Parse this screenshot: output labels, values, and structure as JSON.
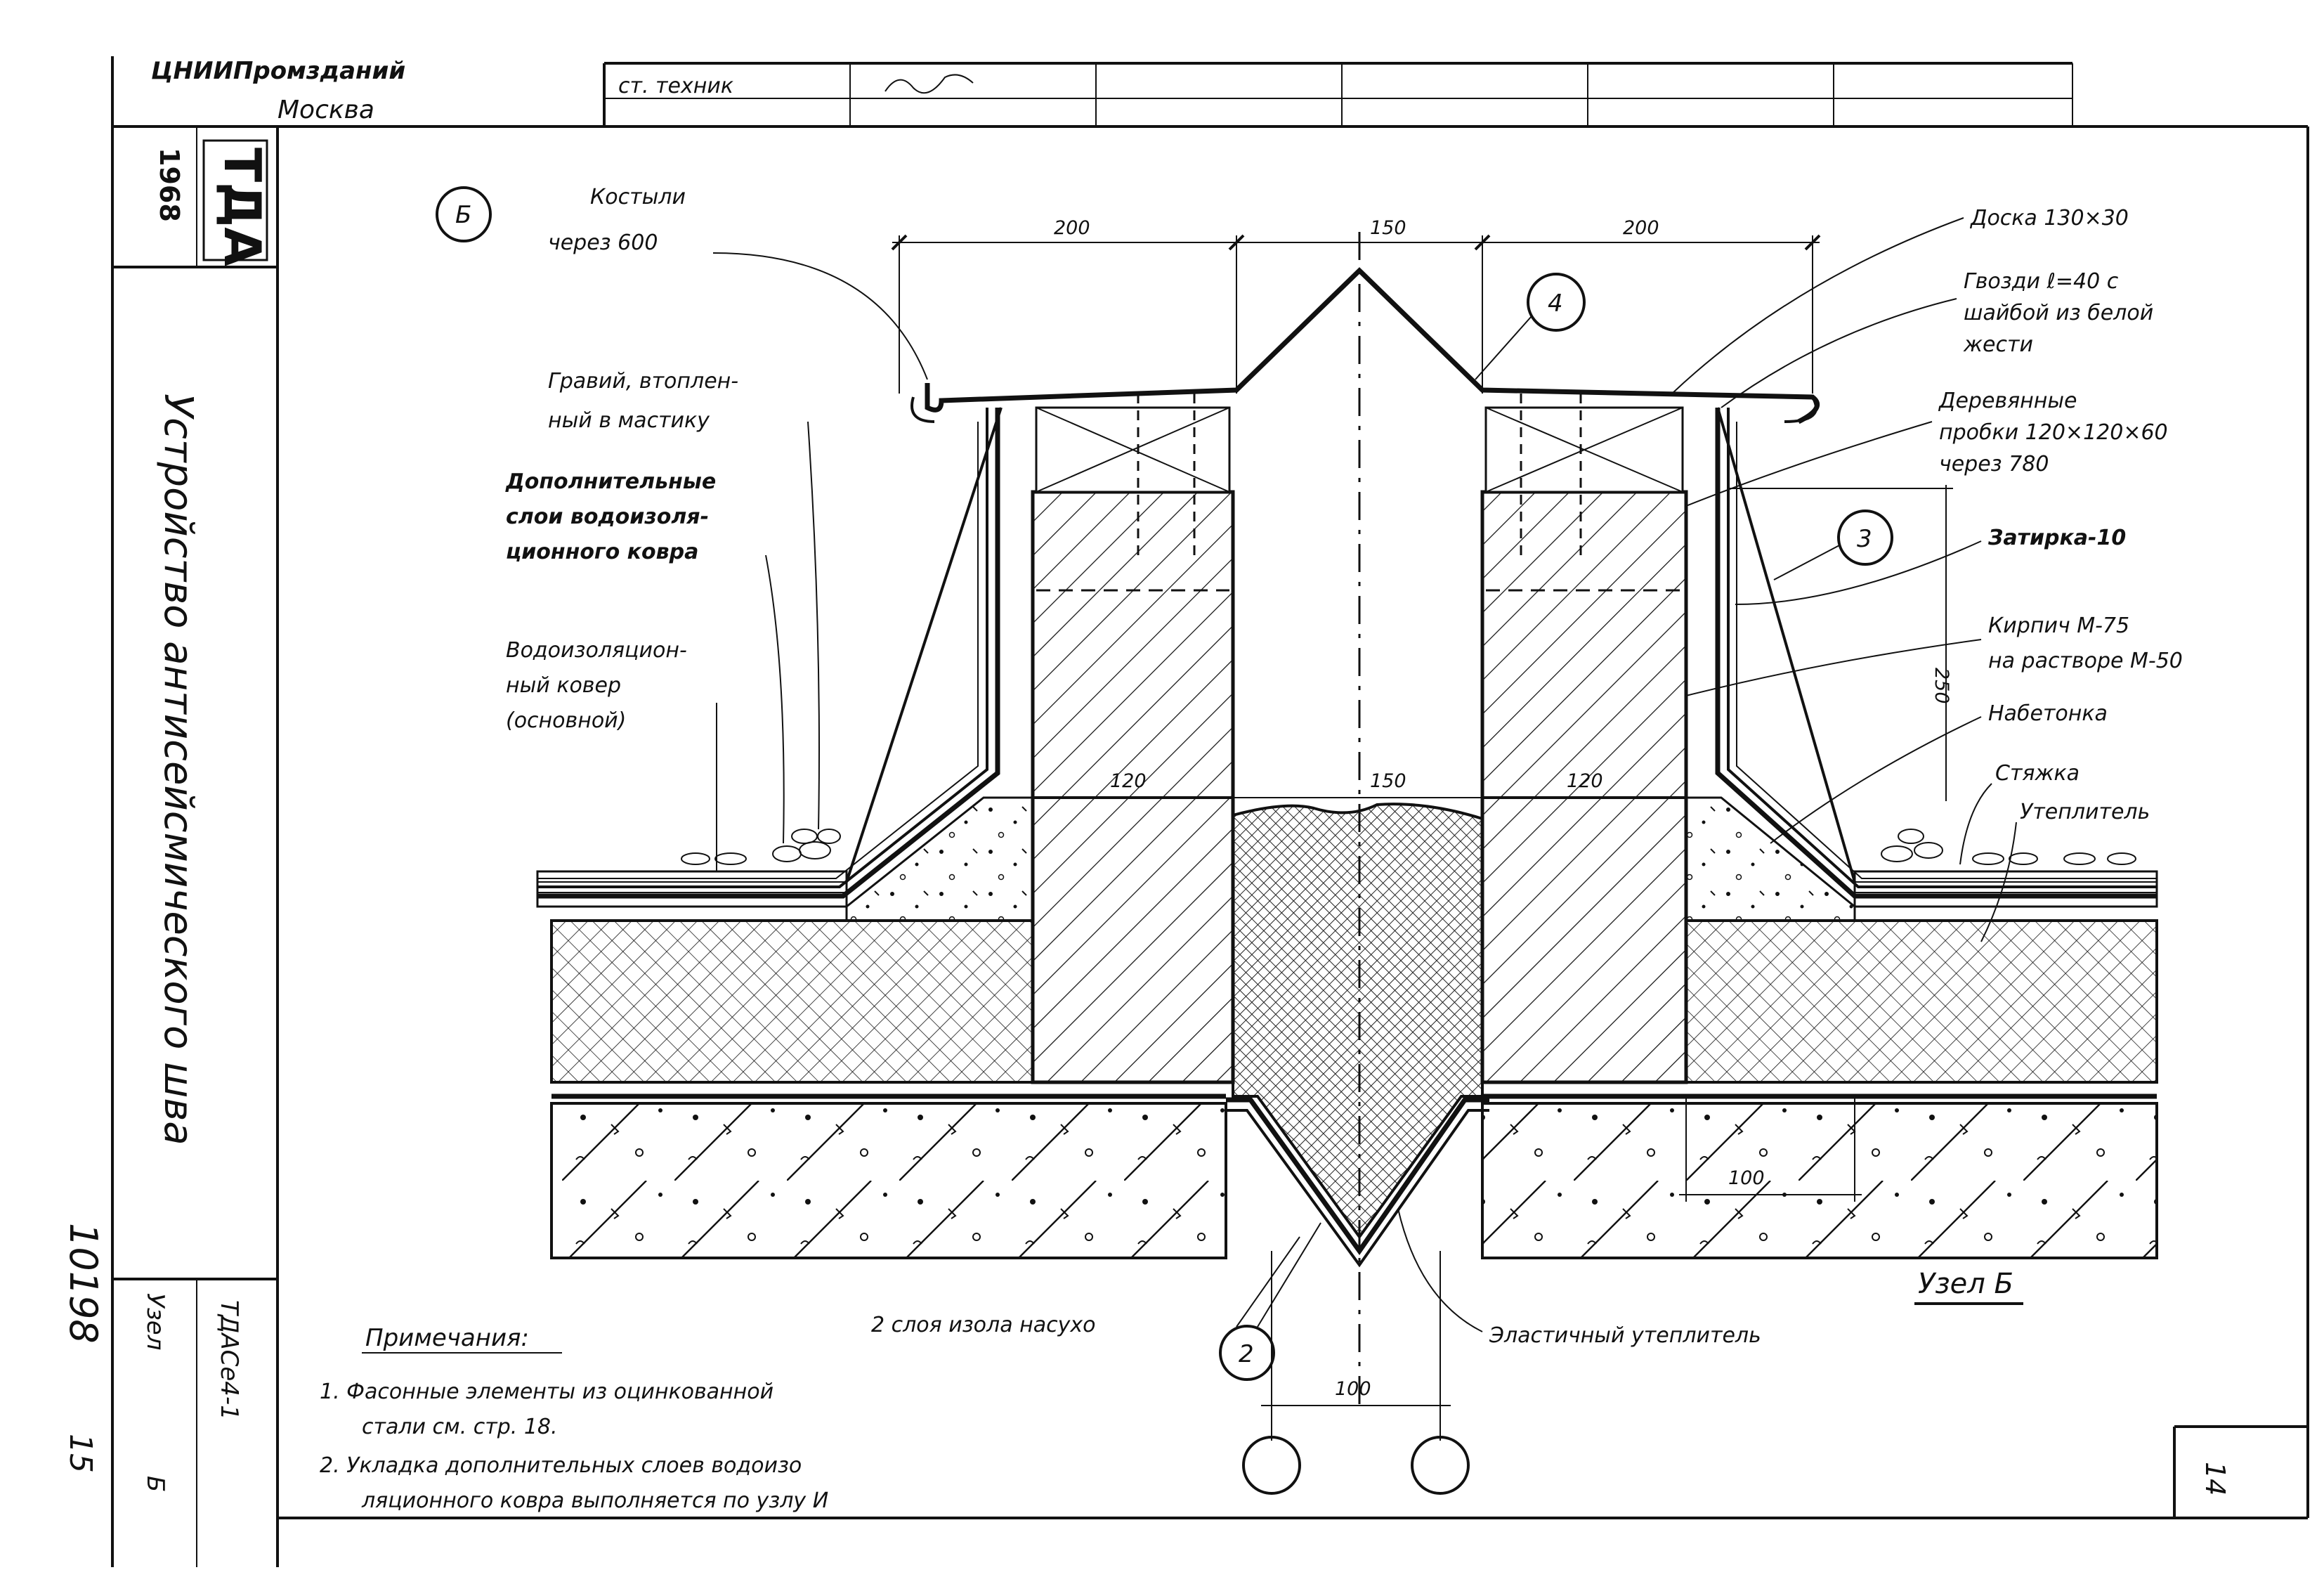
{
  "header": {
    "org_name": "ЦНИИПромзданий",
    "city": "Москва",
    "role": "ст. техник"
  },
  "stamp": {
    "logo": "ТДА",
    "year": "1968",
    "title": "Устройство антисейсмического шва",
    "node_label": "Узел",
    "node_value": "Б",
    "code": "ТДАСе4-1",
    "inventory": "10198",
    "inventory_suffix": "15",
    "sheet": "14"
  },
  "callouts": [
    "Б",
    "4",
    "3",
    "2"
  ],
  "labels": {
    "kostyli": "Костыли",
    "kostyli2": "через 600",
    "gravij": "Гравий, втоплен-",
    "gravij2": "ный в мастику",
    "dop_sloi": "Дополнительные",
    "dop_sloi2": "слои водоизоля-",
    "dop_sloi3": "ционного ковра",
    "vodoiz": "Водоизоляцион-",
    "vodoiz2": "ный ковер",
    "vodoiz3": "(основной)",
    "doska": "Доска 130×30",
    "gvozdi": "Гвозди ℓ=40 с",
    "gvozdi2": "шайбой из белой",
    "gvozdi3": "жести",
    "probki": "Деревянные",
    "probki2": "пробки 120×120×60",
    "probki3": "через 780",
    "zatirka": "Затирка-10",
    "kirpich": "Кирпич М-75",
    "kirpich2": "на растворе М-50",
    "nabetonka": "Набетонка",
    "styazhka": "Стяжка",
    "uteplitel": "Утеплитель",
    "dva_sloya": "2 слоя изола насухо",
    "elast": "Эластичный утеплитель",
    "uzel": "Узел Б"
  },
  "dimensions": {
    "d200": "200",
    "d150_top": "150",
    "d200b": "200",
    "d120a": "120",
    "d150_mid": "150",
    "d120b": "120",
    "d250": "250",
    "d100a": "100",
    "d100b": "100"
  },
  "notes": {
    "heading": "Примечания:",
    "line1": "1. Фасонные элементы из оцинкованной",
    "line2": "стали см. стр. 18.",
    "line3": "2. Укладка дополнительных слоев водоизо",
    "line4": "ляционного ковра выполняется по узлу И"
  }
}
